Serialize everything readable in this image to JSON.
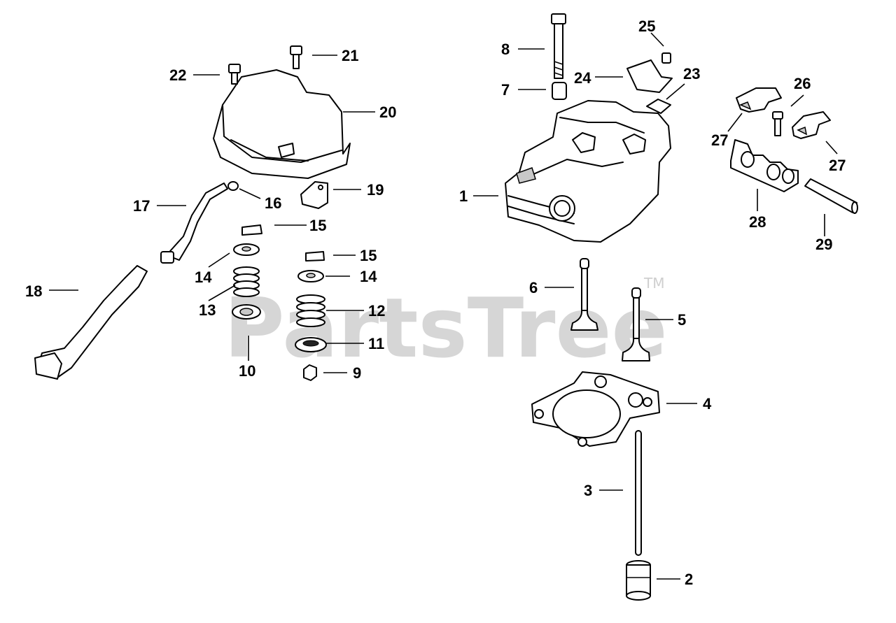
{
  "watermark": {
    "text": "PartsTree",
    "tm": "TM"
  },
  "callouts": [
    {
      "id": "c1",
      "label": "1"
    },
    {
      "id": "c2",
      "label": "2"
    },
    {
      "id": "c3",
      "label": "3"
    },
    {
      "id": "c4",
      "label": "4"
    },
    {
      "id": "c5",
      "label": "5"
    },
    {
      "id": "c6",
      "label": "6"
    },
    {
      "id": "c7",
      "label": "7"
    },
    {
      "id": "c8",
      "label": "8"
    },
    {
      "id": "c9",
      "label": "9"
    },
    {
      "id": "c10",
      "label": "10"
    },
    {
      "id": "c11",
      "label": "11"
    },
    {
      "id": "c12",
      "label": "12"
    },
    {
      "id": "c13",
      "label": "13"
    },
    {
      "id": "c14a",
      "label": "14"
    },
    {
      "id": "c14b",
      "label": "14"
    },
    {
      "id": "c15a",
      "label": "15"
    },
    {
      "id": "c15b",
      "label": "15"
    },
    {
      "id": "c16",
      "label": "16"
    },
    {
      "id": "c17",
      "label": "17"
    },
    {
      "id": "c18",
      "label": "18"
    },
    {
      "id": "c19",
      "label": "19"
    },
    {
      "id": "c20",
      "label": "20"
    },
    {
      "id": "c21",
      "label": "21"
    },
    {
      "id": "c22",
      "label": "22"
    },
    {
      "id": "c23",
      "label": "23"
    },
    {
      "id": "c24",
      "label": "24"
    },
    {
      "id": "c25",
      "label": "25"
    },
    {
      "id": "c26",
      "label": "26"
    },
    {
      "id": "c27a",
      "label": "27"
    },
    {
      "id": "c27b",
      "label": "27"
    },
    {
      "id": "c28",
      "label": "28"
    },
    {
      "id": "c29",
      "label": "29"
    }
  ]
}
